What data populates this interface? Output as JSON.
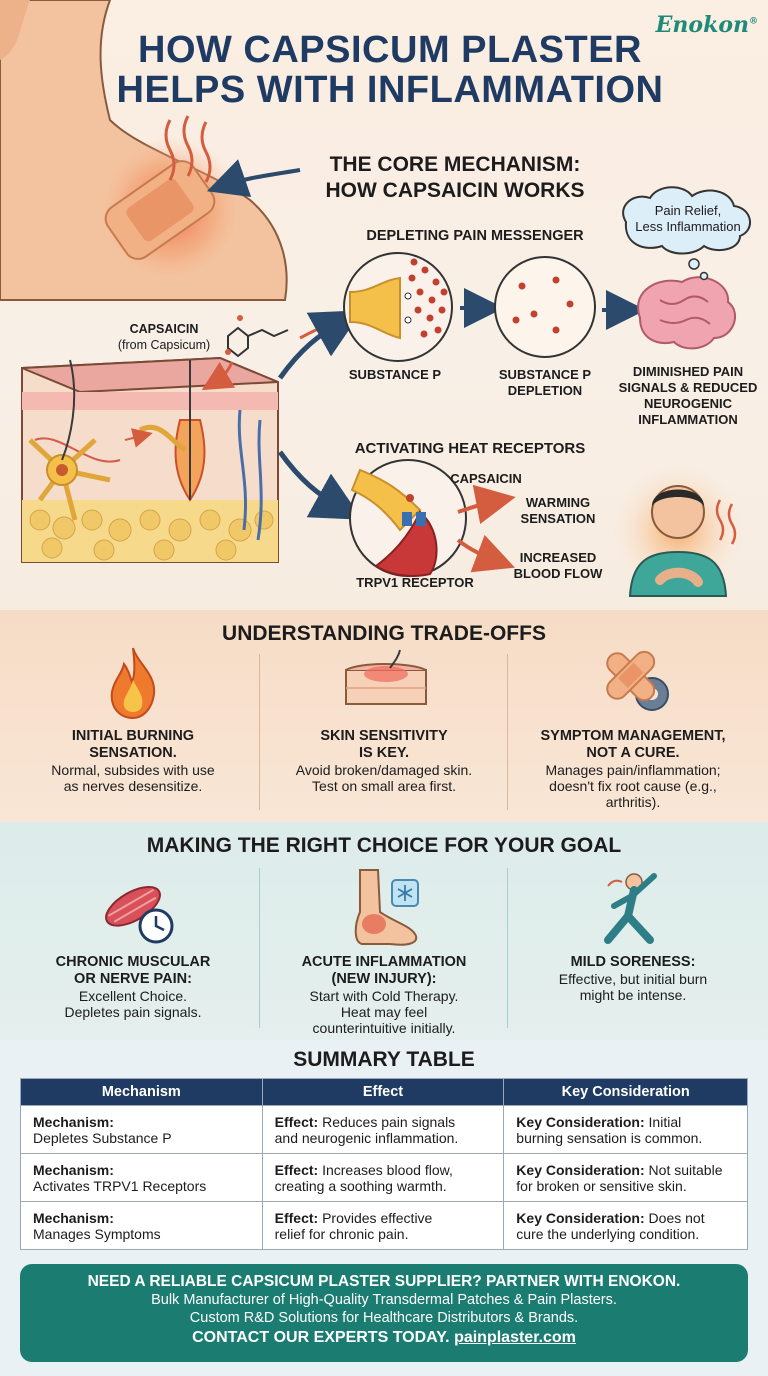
{
  "brand": {
    "name": "Enokon",
    "mark": "®"
  },
  "title": {
    "line1": "HOW CAPSICUM PLASTER",
    "line2": "HELPS WITH INFLAMMATION"
  },
  "mechanism": {
    "title_line1": "THE CORE MECHANISM:",
    "title_line2": "HOW CAPSAICIN WORKS",
    "capsaicin_label": "CAPSAICIN",
    "capsaicin_source": "(from Capsicum)",
    "depleting_title": "DEPLETING PAIN MESSENGER",
    "substance_p": "SUBSTANCE P",
    "depletion_line1": "SUBSTANCE P",
    "depletion_line2": "DEPLETION",
    "cloud_line1": "Pain Relief,",
    "cloud_line2": "Less Inflammation",
    "diminished_line1": "DIMINISHED PAIN",
    "diminished_line2": "SIGNALS & REDUCED",
    "diminished_line3": "NEUROGENIC",
    "diminished_line4": "INFLAMMATION",
    "activating_title": "ACTIVATING HEAT RECEPTORS",
    "receptor_capsaicin": "CAPSAICIN",
    "trpv1": "TRPV1 RECEPTOR",
    "warming_line1": "WARMING",
    "warming_line2": "SENSATION",
    "blood_line1": "INCREASED",
    "blood_line2": "BLOOD FLOW"
  },
  "tradeoffs": {
    "title": "UNDERSTANDING TRADE-OFFS",
    "items": [
      {
        "head1": "INITIAL BURNING",
        "head2": "SENSATION.",
        "body1": "Normal, subsides with use",
        "body2": "as nerves desensitize.",
        "body3": ""
      },
      {
        "head1": "SKIN SENSITIVITY",
        "head2": "IS KEY.",
        "body1": "Avoid broken/damaged skin.",
        "body2": "Test on small area first.",
        "body3": ""
      },
      {
        "head1": "SYMPTOM MANAGEMENT,",
        "head2": "NOT A CURE.",
        "body1": "Manages pain/inflammation;",
        "body2": "doesn't fix root cause (e.g.,",
        "body3": "arthritis)."
      }
    ]
  },
  "choice": {
    "title": "MAKING THE RIGHT CHOICE FOR YOUR GOAL",
    "items": [
      {
        "head1": "CHRONIC MUSCULAR",
        "head2": "OR NERVE PAIN:",
        "body1": "Excellent Choice.",
        "body2": "Depletes pain signals.",
        "body3": ""
      },
      {
        "head1": "ACUTE INFLAMMATION",
        "head2": "(NEW INJURY):",
        "body1": "Start with Cold Therapy.",
        "body2": "Heat may feel",
        "body3": "counterintuitive initially."
      },
      {
        "head1": "MILD SORENESS:",
        "head2": "",
        "body1": "Effective, but initial burn",
        "body2": "might be intense.",
        "body3": ""
      }
    ]
  },
  "summary": {
    "title": "SUMMARY TABLE",
    "headers": [
      "Mechanism",
      "Effect",
      "Key Consideration"
    ],
    "rows": [
      {
        "m_label": "Mechanism:",
        "m_value": "Depletes Substance P",
        "e_label": "Effect:",
        "e_value1": " Reduces pain signals",
        "e_value2": "and neurogenic inflammation.",
        "k_label": "Key Consideration:",
        "k_value1": " Initial",
        "k_value2": "burning sensation is common."
      },
      {
        "m_label": "Mechanism:",
        "m_value": "Activates TRPV1 Receptors",
        "e_label": "Effect:",
        "e_value1": " Increases blood flow,",
        "e_value2": "creating a soothing warmth.",
        "k_label": "Key Consideration:",
        "k_value1": " Not suitable",
        "k_value2": "for broken or sensitive skin."
      },
      {
        "m_label": "Mechanism:",
        "m_value": "Manages Symptoms",
        "e_label": "Effect:",
        "e_value1": " Provides effective",
        "e_value2": "relief for chronic pain.",
        "k_label": "Key Consideration:",
        "k_value1": " Does not",
        "k_value2": "cure the underlying condition."
      }
    ]
  },
  "cta": {
    "headline": "NEED A RELIABLE CAPSICUM PLASTER SUPPLIER? PARTNER WITH ENOKON.",
    "line1": "Bulk Manufacturer of High-Quality Transdermal Patches & Pain Plasters.",
    "line2": "Custom R&D Solutions for Healthcare Distributors & Brands.",
    "contact": "CONTACT OUR EXPERTS TODAY.",
    "url": "painplaster.com"
  },
  "colors": {
    "title_navy": "#1f3b63",
    "brand_teal": "#1f8a7a",
    "cta_teal": "#1b7d72",
    "accent_orange": "#e0603a"
  }
}
